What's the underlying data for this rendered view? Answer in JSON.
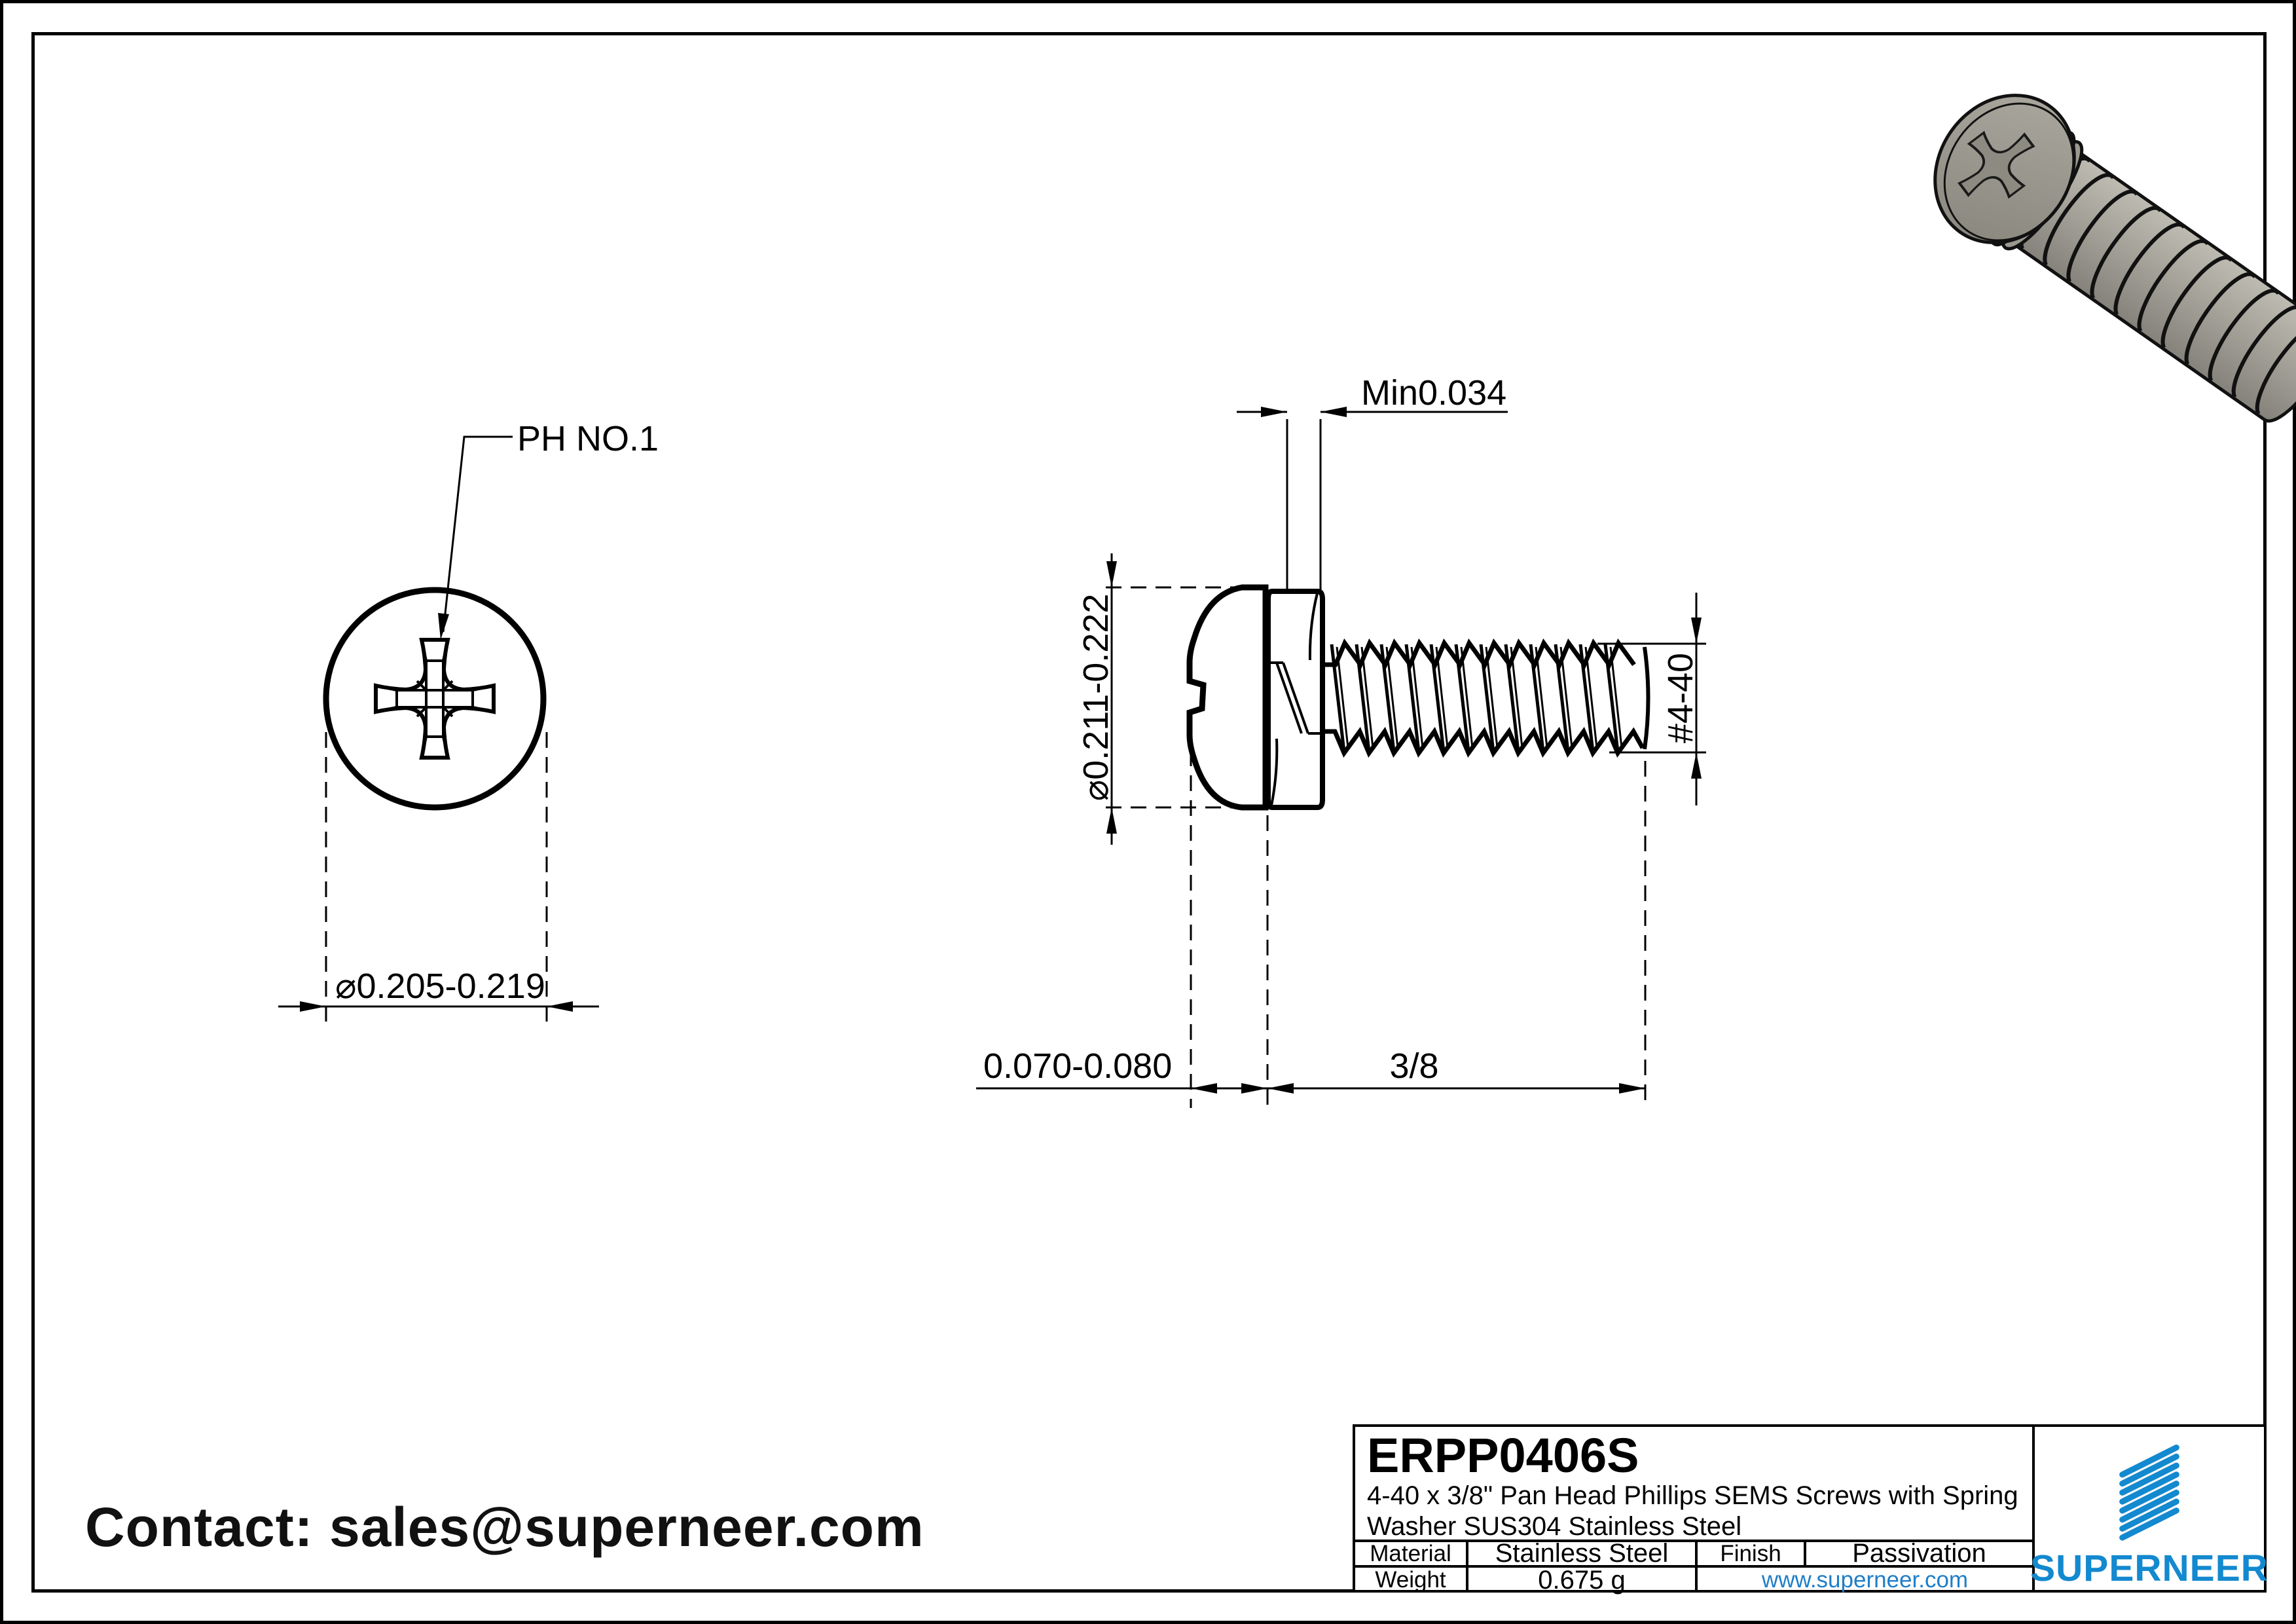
{
  "page": {
    "contact_text": "Contact: sales@superneer.com"
  },
  "drawing": {
    "front_view": {
      "recess_label": "PH NO.1",
      "head_diameter": "⌀0.205-0.219"
    },
    "side_view": {
      "washer_thickness": "Min0.034",
      "head_diameter": "⌀0.211-0.222",
      "thread_spec": "#4-40",
      "head_height": "0.070-0.080",
      "thread_length": "3/8"
    }
  },
  "title_block": {
    "part_number": "ERPP0406S",
    "description_line1": "4-40 x 3/8\" Pan Head Phillips SEMS Screws with Spring",
    "description_line2": "Washer SUS304 Stainless Steel",
    "material_label": "Material",
    "material_value": "Stainless Steel",
    "finish_label": "Finish",
    "finish_value": "Passivation",
    "weight_label": "Weight",
    "weight_value": "0.675 g",
    "website": "www.superneer.com",
    "brand": "SUPERNEER",
    "colors": {
      "brand_blue": "#1389cf",
      "link_blue": "#1e7ec8",
      "line_black": "#000000"
    }
  }
}
